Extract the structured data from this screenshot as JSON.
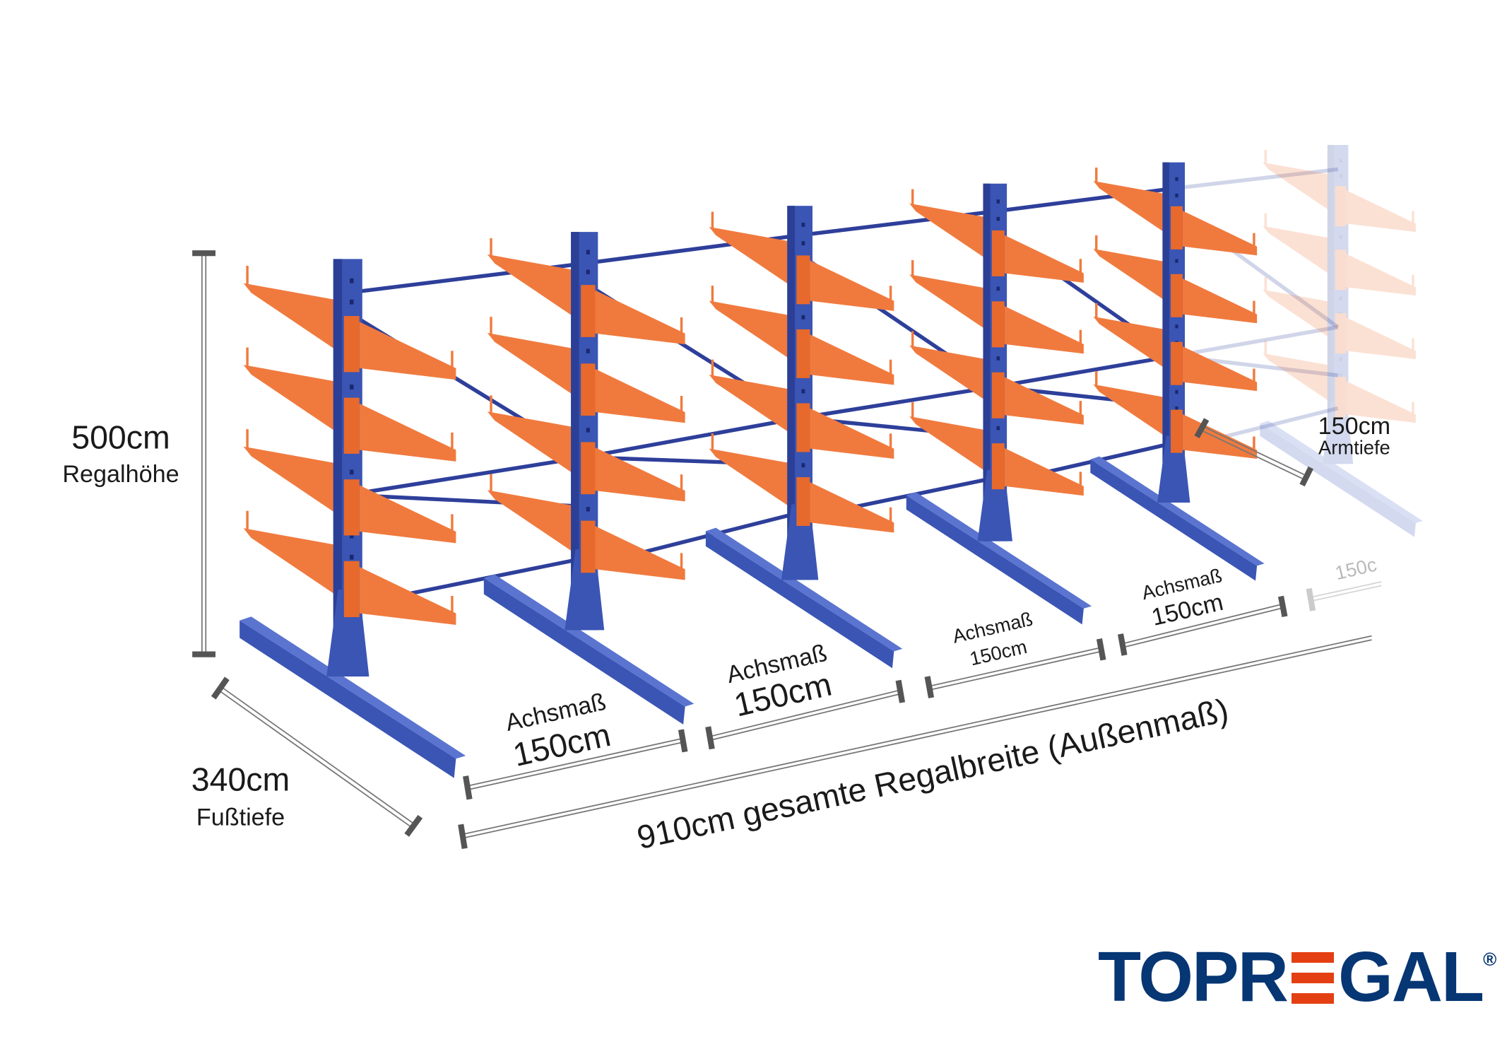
{
  "dimensions": {
    "height": {
      "value": "500cm",
      "label": "Regalhöhe"
    },
    "foot_depth": {
      "value": "340cm",
      "label": "Fußtiefe"
    },
    "arm_depth": {
      "value": "150cm",
      "label": "Armtiefe"
    },
    "total_width": {
      "text": "910cm gesamte Regalbreite  (Außenmaß)"
    },
    "bays": [
      {
        "label": "Achsmaß",
        "value": "150cm"
      },
      {
        "label": "Achsmaß",
        "value": "150cm"
      },
      {
        "label": "Achsmaß",
        "value": "150cm"
      },
      {
        "label": "Achsmaß",
        "value": "150cm"
      }
    ],
    "faded_bay_value": "150c"
  },
  "rack": {
    "columns": 6,
    "arm_levels": 4
  },
  "logo": {
    "text": "TOPREGAL",
    "registered": "®"
  },
  "colors": {
    "upright": "#3a55b4",
    "arm": "#f07a3e",
    "logo_blue": "#063673",
    "logo_red": "#e43f12",
    "dim": "#555555"
  }
}
